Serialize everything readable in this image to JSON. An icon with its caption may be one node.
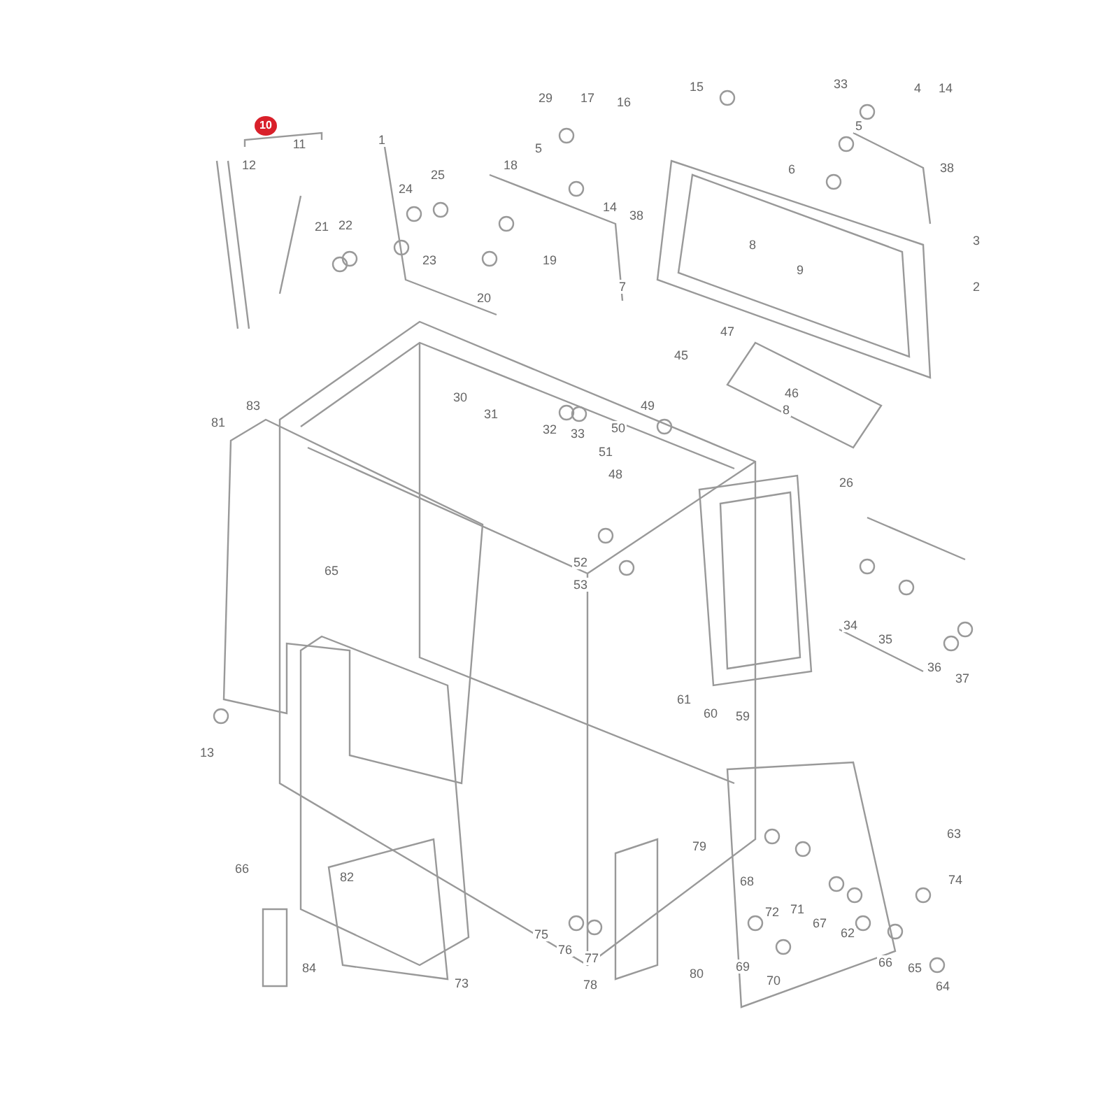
{
  "diagram": {
    "labels": [
      "10",
      "12",
      "11",
      "21",
      "22",
      "1",
      "24",
      "25",
      "23",
      "20",
      "29",
      "17",
      "16",
      "15",
      "18",
      "5",
      "14",
      "38",
      "19",
      "7",
      "33",
      "4",
      "14",
      "5",
      "6",
      "38",
      "8",
      "9",
      "3",
      "2",
      "47",
      "45",
      "46",
      "8",
      "26",
      "30",
      "31",
      "32",
      "33",
      "49",
      "50",
      "51",
      "48",
      "52",
      "53",
      "83",
      "81",
      "65",
      "13",
      "61",
      "60",
      "59",
      "34",
      "35",
      "36",
      "37",
      "66",
      "82",
      "73",
      "84",
      "75",
      "76",
      "77",
      "78",
      "79",
      "80",
      "68",
      "72",
      "71",
      "67",
      "62",
      "63",
      "74",
      "69",
      "70",
      "66",
      "65",
      "64"
    ]
  }
}
